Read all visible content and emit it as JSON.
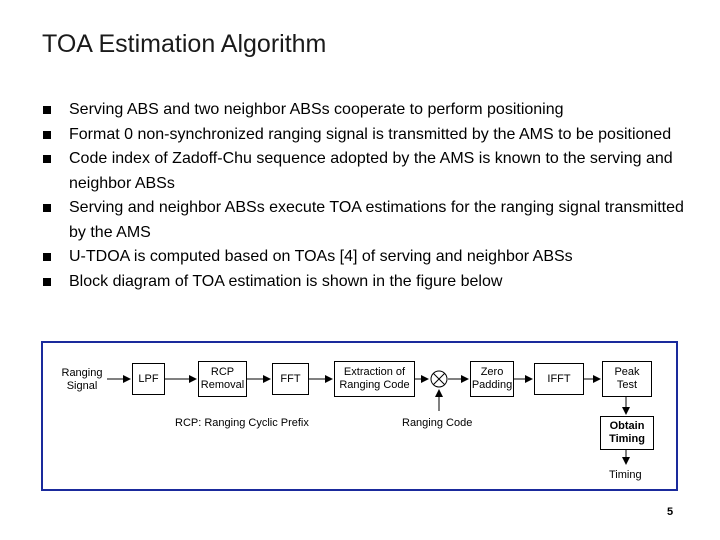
{
  "slide": {
    "title": "TOA Estimation Algorithm",
    "bullets": [
      "Serving ABS and two neighbor ABSs cooperate to perform positioning",
      "Format 0 non-synchronized ranging signal is transmitted by the AMS to be positioned",
      "Code index of Zadoff-Chu sequence adopted by the AMS is known to the serving and neighbor ABSs",
      "Serving and neighbor ABSs execute TOA estimations for the ranging signal transmitted by the AMS",
      "U-TDOA is computed based on TOAs [4] of serving and neighbor ABSs",
      "Block diagram of TOA estimation is shown in the figure below"
    ],
    "page_number": "5"
  },
  "diagram": {
    "input_label": "Ranging Signal",
    "blocks": {
      "lpf": "LPF",
      "rcp": "RCP Removal",
      "fft": "FFT",
      "extraction": "Extraction of Ranging Code",
      "zero_padding": "Zero Padding",
      "ifft": "IFFT",
      "peak_test": "Peak Test",
      "obtain_timing": "Obtain Timing"
    },
    "note": "RCP: Ranging Cyclic Prefix",
    "ranging_code_label": "Ranging Code",
    "output_label": "Timing",
    "colors": {
      "border": "#1a2a9c"
    }
  }
}
